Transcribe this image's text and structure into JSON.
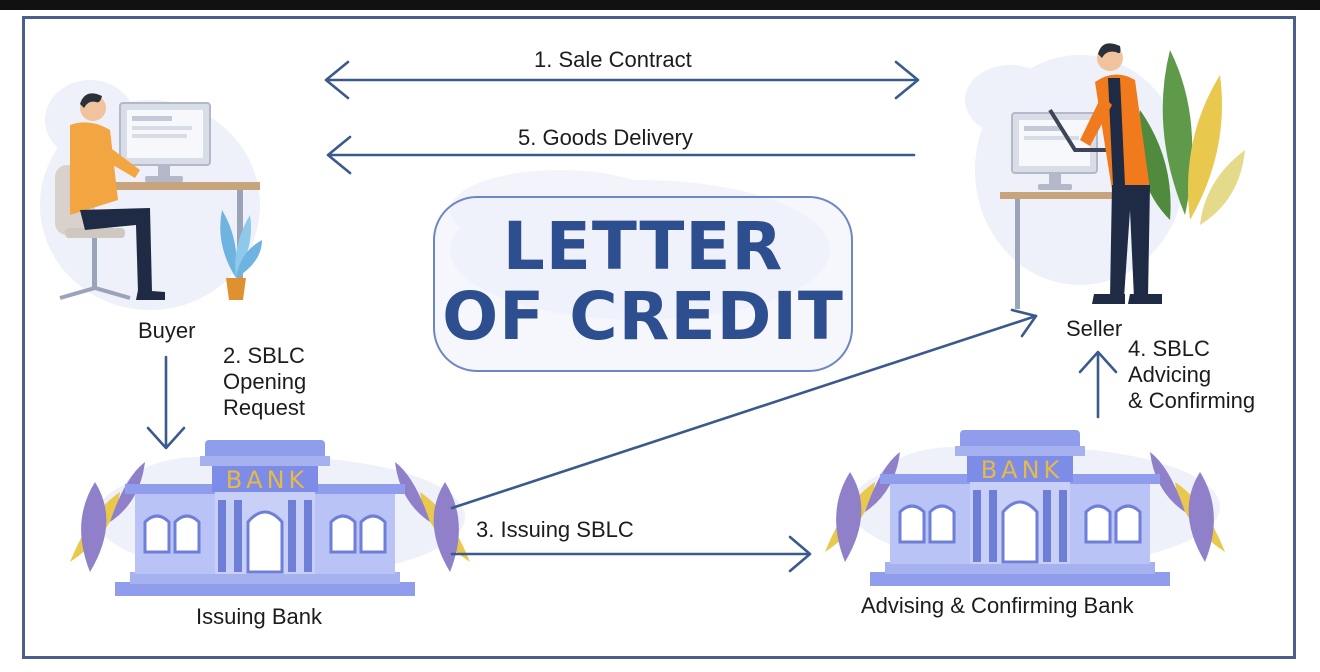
{
  "title": "LETTER\nOF CREDIT",
  "parties": {
    "buyer": "Buyer",
    "seller": "Seller",
    "issuing_bank": "Issuing Bank",
    "advising_bank": "Advising & Confirming Bank"
  },
  "steps": {
    "s1": "1. Sale Contract",
    "s2": "2. SBLC\nOpening\nRequest",
    "s3": "3. Issuing SBLC",
    "s4": "4. SBLC\nAdvicing\n& Confirming",
    "s5": "5. Goods Delivery"
  },
  "bank_sign": "BANK",
  "colors": {
    "frame": "#4a5f8a",
    "arrow": "#3b5a8c",
    "title": "#2e4f8f",
    "title_border": "#6f86c4",
    "bank_body": "#b9c3f5",
    "bank_roof": "#8f9dec",
    "bank_sign": "#e5b94a",
    "shirt_buyer": "#f2a540",
    "shirt_seller": "#f07a1c",
    "pants": "#1f2a44",
    "leaf_gold": "#e8c84d",
    "leaf_purple": "#8f80c9",
    "leaf_green": "#5f9a4a"
  },
  "icons": [
    "buyer-figure",
    "seller-figure",
    "issuing-bank-building",
    "advising-bank-building",
    "plant-icon"
  ]
}
